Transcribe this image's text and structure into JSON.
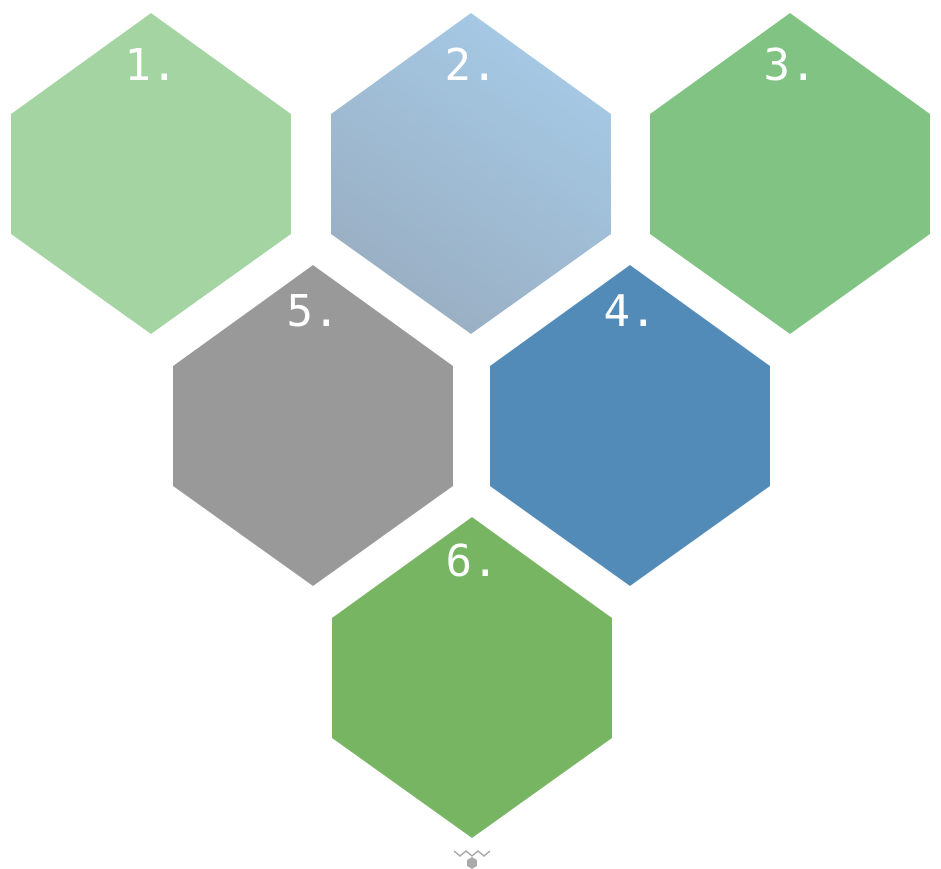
{
  "hexagons": [
    {
      "id": "hex-1",
      "label": "1.",
      "color": "#a5d4a3"
    },
    {
      "id": "hex-2",
      "label": "2.",
      "color_top": "#a7cce9",
      "color_bottom": "#98acbf"
    },
    {
      "id": "hex-3",
      "label": "3.",
      "color": "#80c383"
    },
    {
      "id": "hex-5",
      "label": "5.",
      "color": "#999999"
    },
    {
      "id": "hex-4",
      "label": "4.",
      "color": "#528bb8"
    },
    {
      "id": "hex-6",
      "label": "6.",
      "color": "#78b563"
    }
  ],
  "footer_marker": {
    "icon": "small-hexagon-icon",
    "color": "#aaaaaa"
  }
}
